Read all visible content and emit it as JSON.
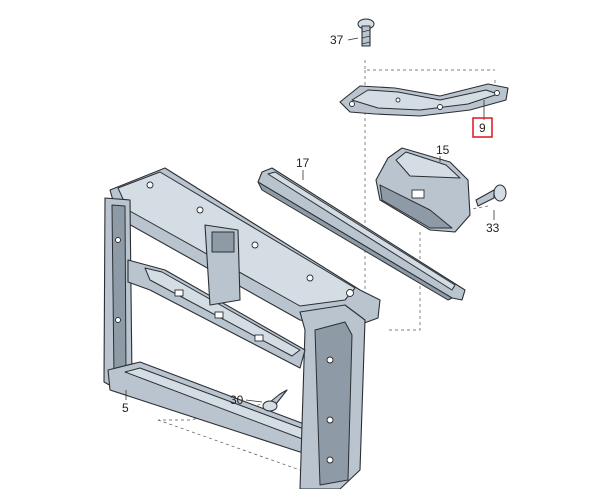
{
  "diagram": {
    "highlight_color": "#e0242b",
    "line_color": "#2b2f33",
    "part_color": "#b9c4cf",
    "parts": [
      {
        "id": "p37",
        "label": "37",
        "icon": "screw-icon"
      },
      {
        "id": "p9",
        "label": "9",
        "icon": "bracket-plate-icon",
        "highlighted": true
      },
      {
        "id": "p17",
        "label": "17",
        "icon": "rail-trim-icon"
      },
      {
        "id": "p15",
        "label": "15",
        "icon": "lock-carrier-icon"
      },
      {
        "id": "p33",
        "label": "33",
        "icon": "screw-icon"
      },
      {
        "id": "p30",
        "label": "30",
        "icon": "screw-icon"
      },
      {
        "id": "p5",
        "label": "5",
        "icon": "front-carrier-frame-icon"
      }
    ]
  }
}
